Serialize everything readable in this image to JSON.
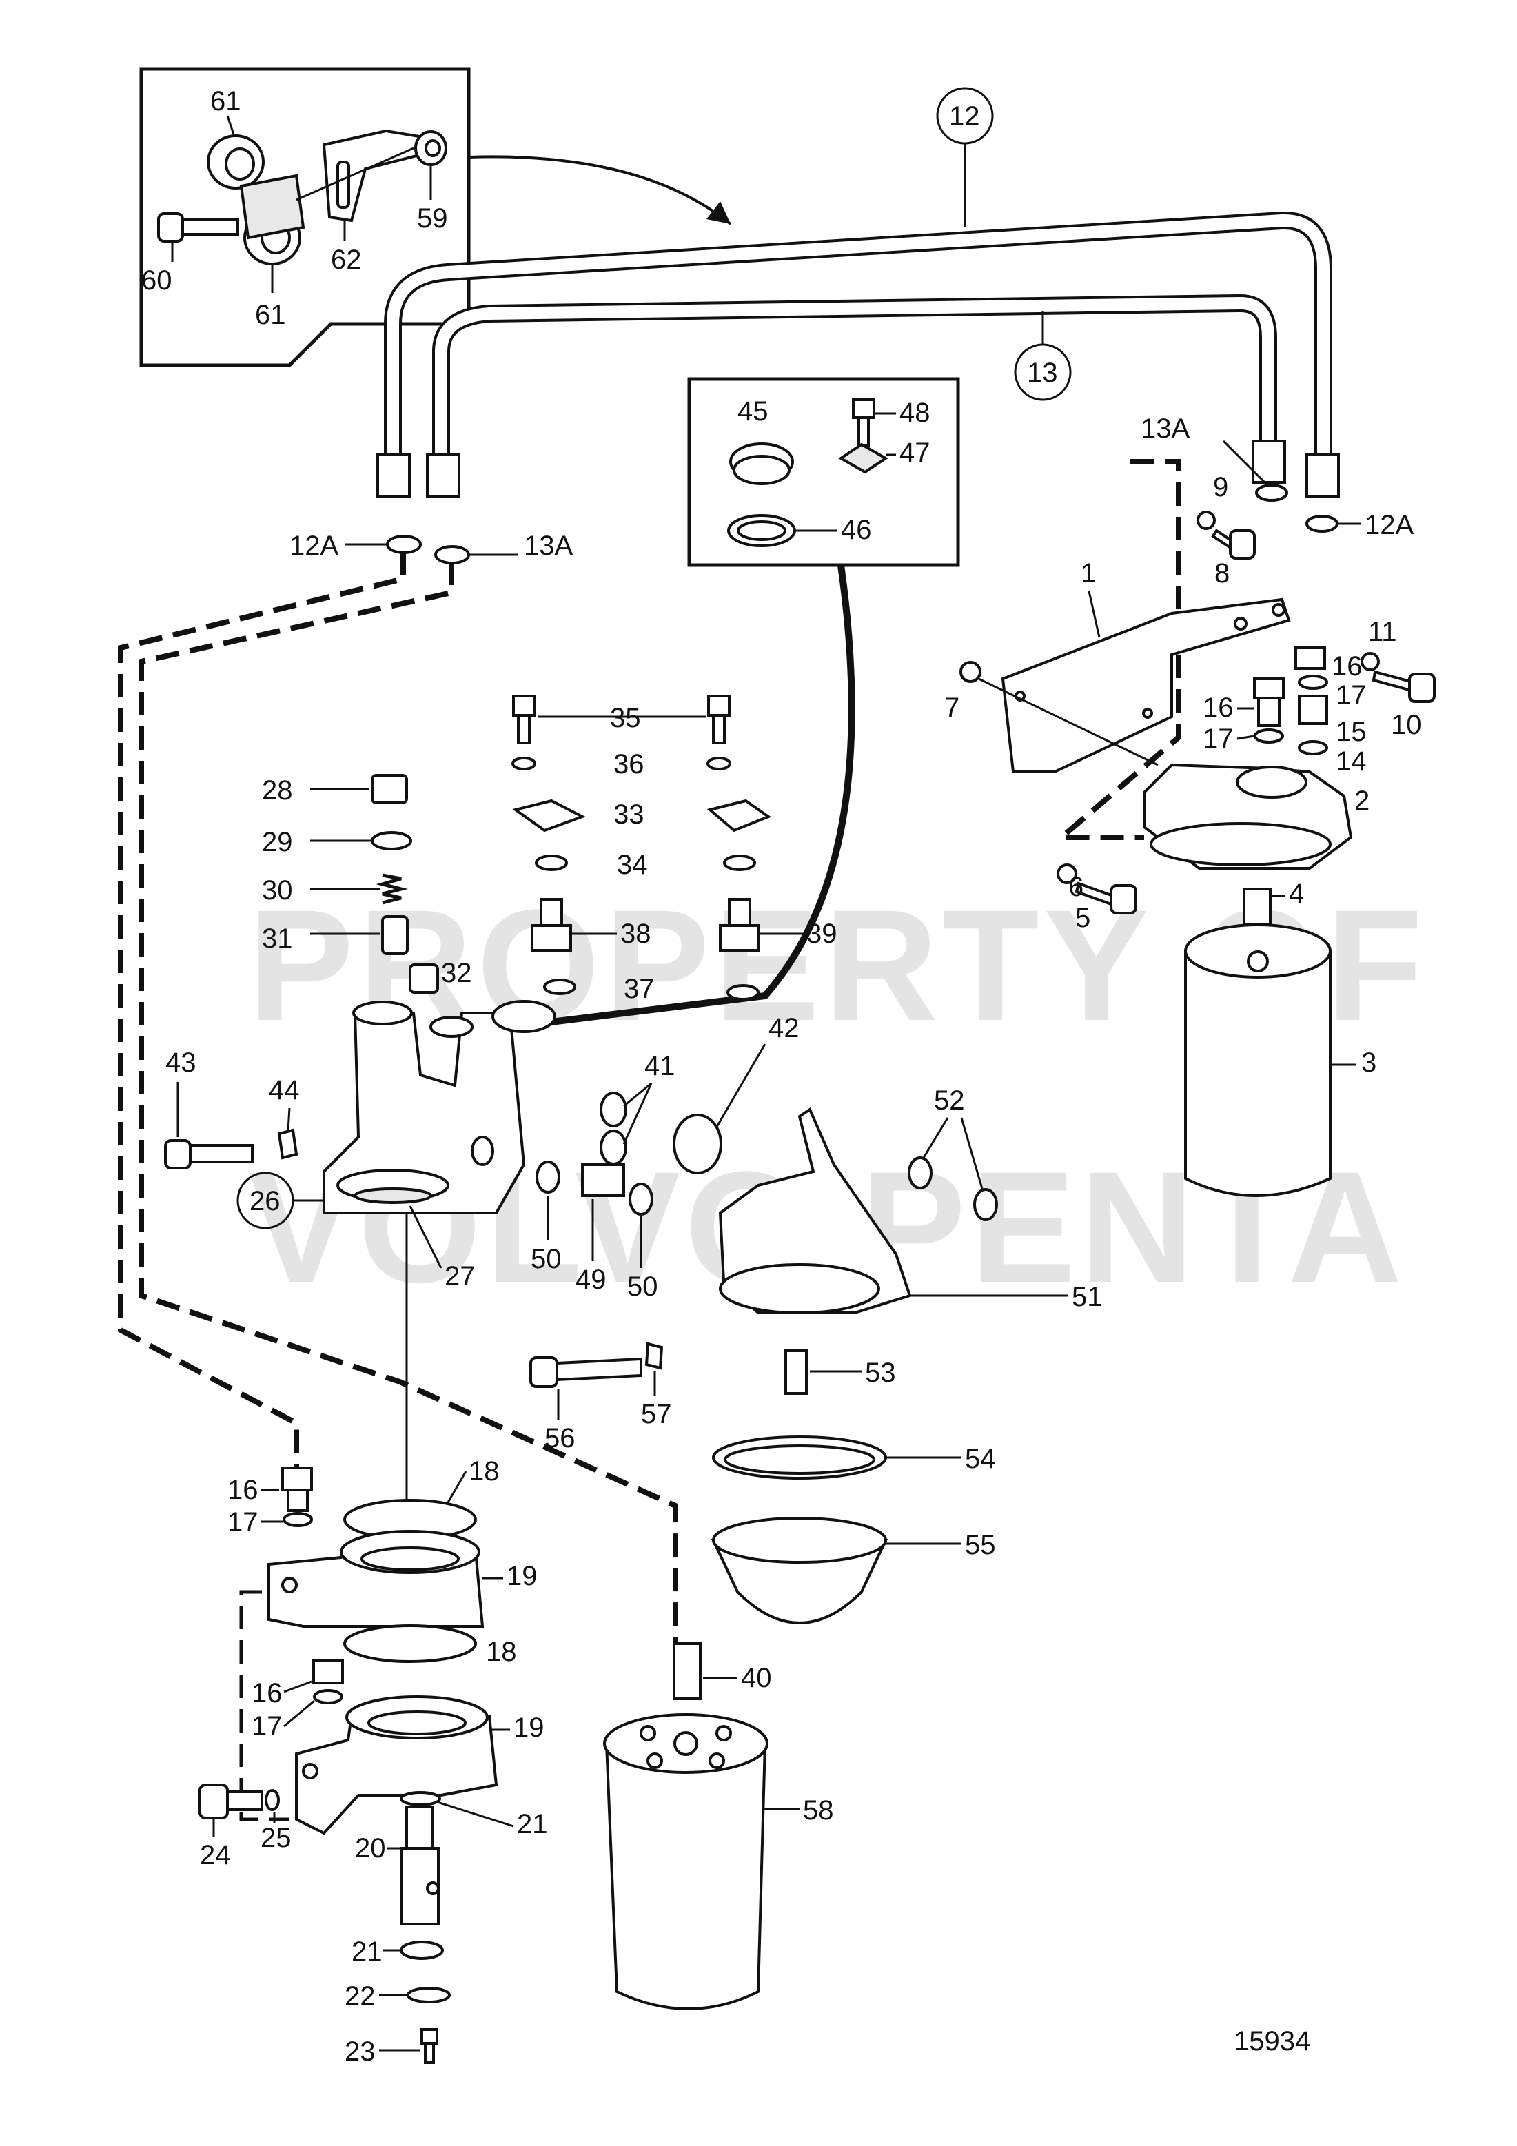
{
  "watermark": {
    "line1": "PROPERTY OF",
    "line2": "VOLVO PENTA"
  },
  "drawing_number": "15934",
  "inset_detail_labels": [
    "61",
    "60",
    "61",
    "62",
    "59"
  ],
  "inset_seal_labels": [
    "45",
    "48",
    "47",
    "46"
  ],
  "circled_labels": [
    "12",
    "13",
    "26"
  ],
  "callouts": {
    "c61a": "61",
    "c60": "60",
    "c61b": "61",
    "c62": "62",
    "c59": "59",
    "c12": "12",
    "c13": "13",
    "c45": "45",
    "c48": "48",
    "c47": "47",
    "c46": "46",
    "c13A_r": "13A",
    "c9": "9",
    "c8": "8",
    "c12A_r": "12A",
    "c12A_l": "12A",
    "c13A_l": "13A",
    "c1": "1",
    "c7": "7",
    "c11": "11",
    "c16_r": "16",
    "c10": "10",
    "c16_r2": "16",
    "c17_r": "17",
    "c15": "15",
    "c17_r2": "17",
    "c14": "14",
    "c2": "2",
    "c6": "6",
    "c5": "5",
    "c4": "4",
    "c3": "3",
    "c35": "35",
    "c36": "36",
    "c33": "33",
    "c34": "34",
    "c38": "38",
    "c39": "39",
    "c37": "37",
    "c28": "28",
    "c29": "29",
    "c30": "30",
    "c31": "31",
    "c32": "32",
    "c43": "43",
    "c44": "44",
    "c41": "41",
    "c42": "42",
    "c52": "52",
    "c26": "26",
    "c27": "27",
    "c50a": "50",
    "c49": "49",
    "c50b": "50",
    "c51": "51",
    "c56": "56",
    "c57": "57",
    "c53": "53",
    "c54": "54",
    "c55": "55",
    "c16_l": "16",
    "c17_l": "17",
    "c18a": "18",
    "c19a": "19",
    "c18b": "18",
    "c16_l2": "16",
    "c17_l2": "17",
    "c19b": "19",
    "c40": "40",
    "c58": "58",
    "c24": "24",
    "c25": "25",
    "c21a": "21",
    "c20": "20",
    "c21b": "21",
    "c22": "22",
    "c23": "23"
  }
}
